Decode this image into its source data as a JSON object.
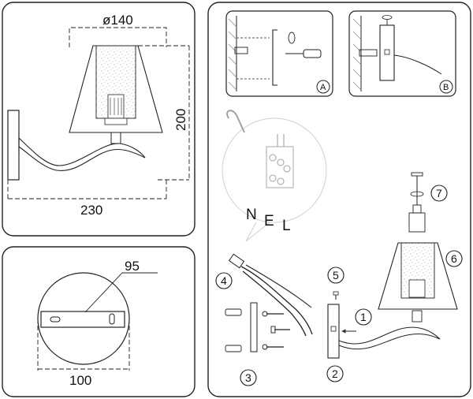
{
  "dimensions": {
    "diameter": "ø140",
    "height": "200",
    "width": "230",
    "bracket_length": "95",
    "base_diameter": "100"
  },
  "detail_labels": {
    "a": "A",
    "b": "B"
  },
  "step_numbers": [
    "1",
    "2",
    "3",
    "4",
    "5",
    "6",
    "7"
  ],
  "wiring": {
    "nel": [
      "N",
      "E",
      "L"
    ]
  }
}
